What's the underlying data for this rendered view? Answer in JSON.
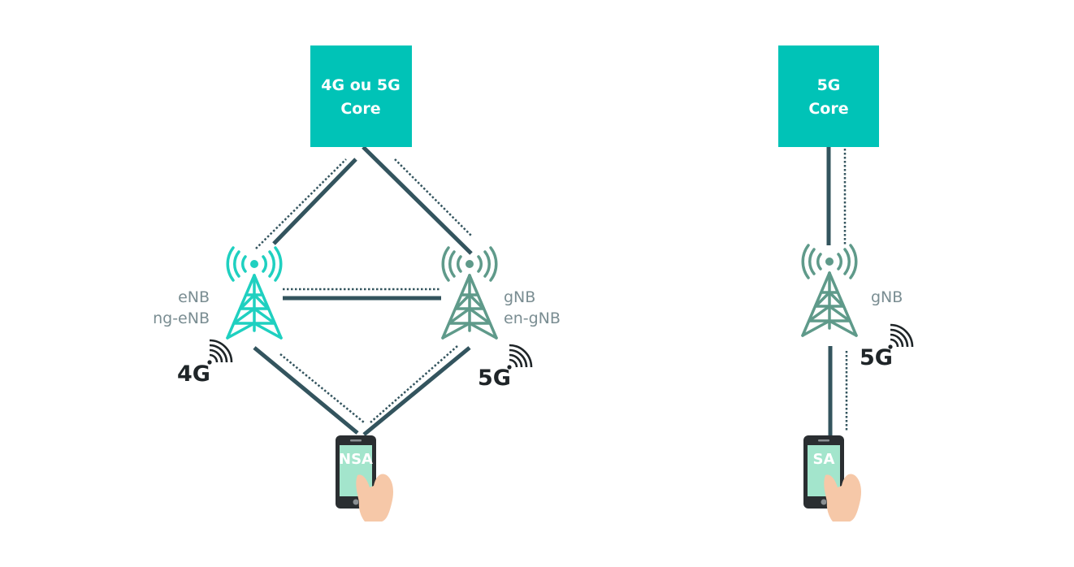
{
  "colors": {
    "core": "#00c3b7",
    "link": "#33545e",
    "enb_tower": "#1fd0c0",
    "gnb_tower": "#5f9a8a",
    "node_text": "#7a8d92",
    "phone_screen": "#a3e5cc",
    "hand": "#f6c8a8"
  },
  "nsa": {
    "core_line1": "4G ou 5G",
    "core_line2": "Core",
    "enb_label_line1": "eNB",
    "enb_label_line2": "ng-eNB",
    "enb_gen": "4G",
    "gnb_label_line1": "gNB",
    "gnb_label_line2": "en-gNB",
    "gnb_gen": "5G",
    "phone_label": "NSA"
  },
  "sa": {
    "core_line1": "5G",
    "core_line2": "Core",
    "gnb_label": "gNB",
    "gnb_gen": "5G",
    "phone_label": "SA"
  },
  "icons": [
    "cell-tower-icon",
    "signal-waves-icon",
    "smartphone-icon",
    "hand-icon"
  ]
}
